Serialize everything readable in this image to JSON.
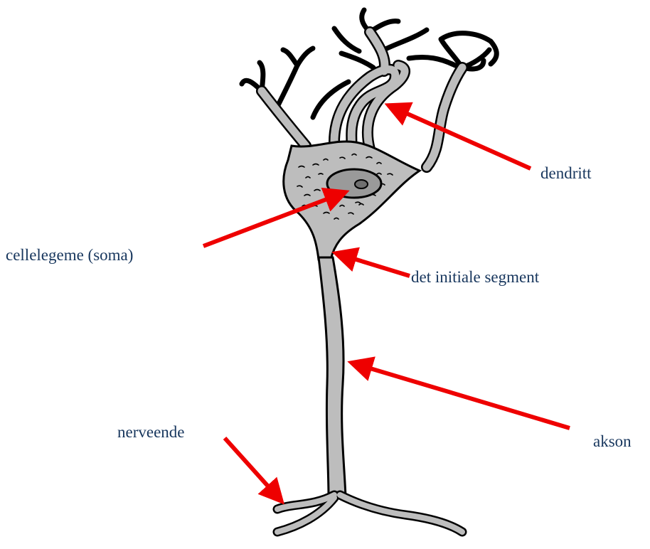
{
  "colors": {
    "label_text": "#17365d",
    "arrow": "#ee0000",
    "cell_fill": "#bdbdbd",
    "nucleus_fill": "#9a9a9a",
    "outline": "#000000"
  },
  "labels": {
    "dendrite": "dendritt",
    "soma": "cellelegeme (soma)",
    "initial_segment": "det initiale segment",
    "axon": "akson",
    "nerve_ending": "nerveende"
  }
}
